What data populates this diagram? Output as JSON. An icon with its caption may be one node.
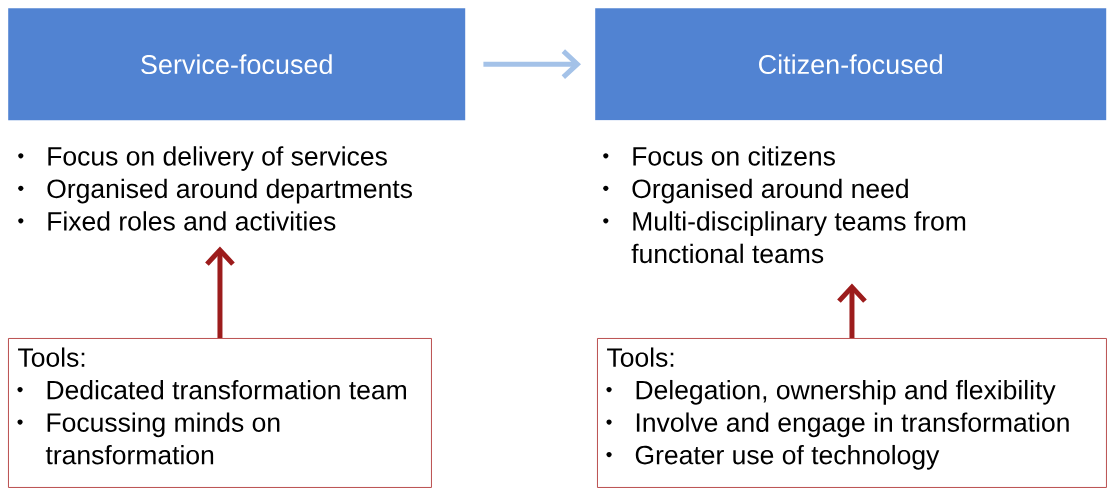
{
  "diagram": {
    "nodes": [
      {
        "text": [
          "Service-focused"
        ]
      },
      {
        "text": [
          "Citizen-focused"
        ]
      },
      {
        "text": [
          "Focus on delivery of services",
          "Organised around departments",
          "Fixed roles and activities"
        ]
      },
      {
        "text": [
          "Focus on citizens",
          "Organised around need",
          "Multi-disciplinary teams from functional teams"
        ]
      },
      {
        "text": [
          "Tools:",
          "Dedicated transformation team",
          "Focussing minds on transformation"
        ]
      },
      {
        "text": [
          "Tools:",
          "Delegation, ownership and flexibility",
          "Involve and engage in transformation",
          "Greater use of technology"
        ]
      }
    ],
    "edges": [
      {
        "from": 0,
        "to": 1,
        "arrow": "to",
        "color": "#a4c2e8"
      },
      {
        "from": 4,
        "to": 2,
        "arrow": "to"
      },
      {
        "from": 5,
        "to": 3,
        "arrow": "to"
      }
    ]
  }
}
